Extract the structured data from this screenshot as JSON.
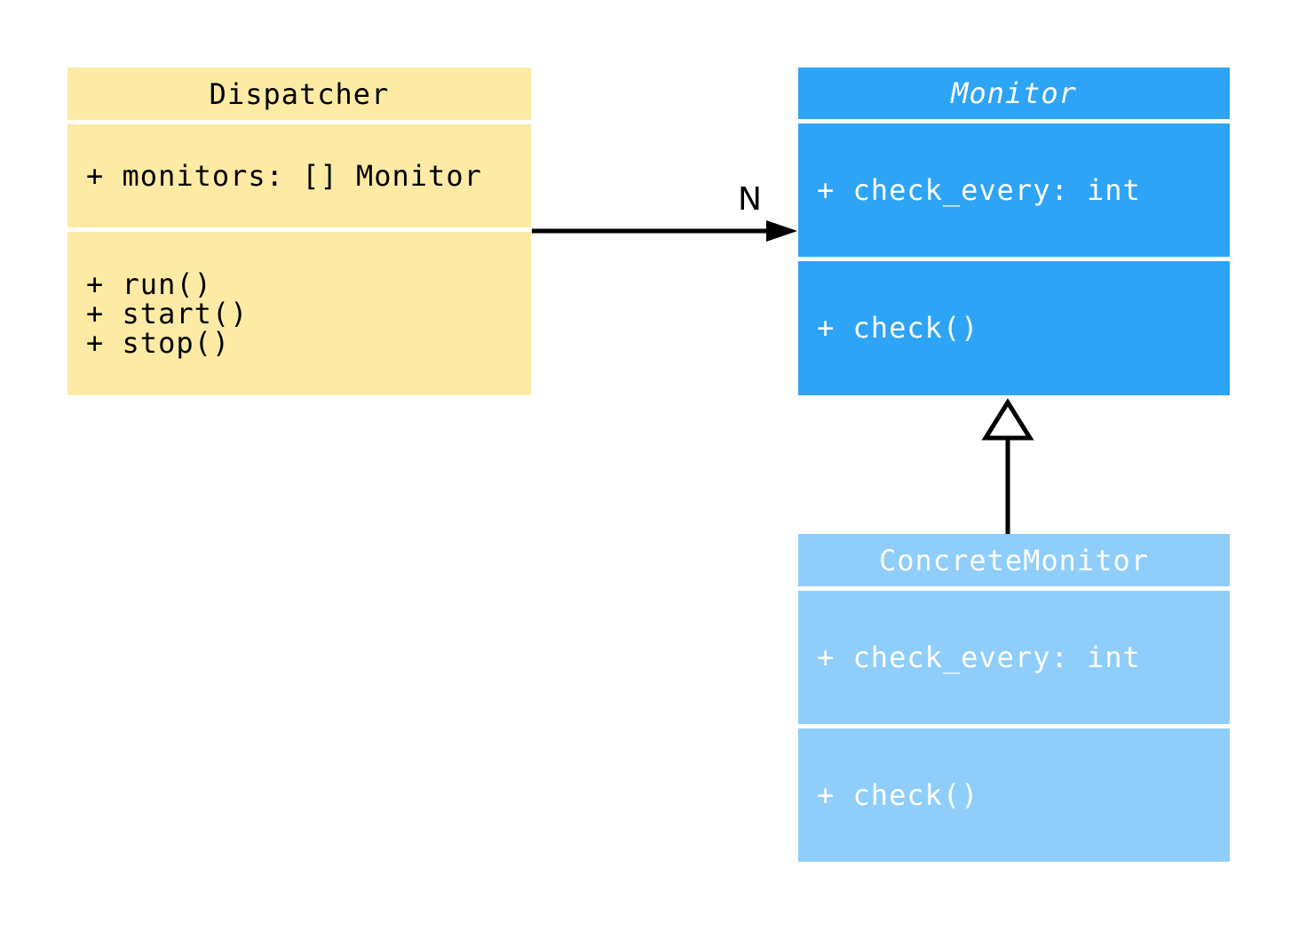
{
  "diagram": {
    "background_color": "#FFFFFF",
    "relation_line_color": "#000000",
    "classes": [
      {
        "name": "Dispatcher",
        "kind": "class",
        "attributes": [
          "+ monitors: [] Monitor"
        ],
        "methods": [
          "+ run()",
          "+ start()",
          "+ stop()"
        ],
        "fill_color": "#FDEBA5",
        "text_color": "#000000"
      },
      {
        "name": "Monitor",
        "kind": "abstract-class",
        "attributes": [
          "+ check_every: int"
        ],
        "methods": [
          "+ check()"
        ],
        "fill_color": "#2EA4F7",
        "text_color": "#FFFFFF"
      },
      {
        "name": "ConcreteMonitor",
        "kind": "class",
        "attributes": [
          "+ check_every: int"
        ],
        "methods": [
          "+ check()"
        ],
        "fill_color": "#8FCEFA",
        "text_color": "#FFFFFF"
      }
    ],
    "relations": [
      {
        "type": "association",
        "from": "Dispatcher",
        "to": "Monitor",
        "multiplicity": "N"
      },
      {
        "type": "inheritance",
        "from": "ConcreteMonitor",
        "to": "Monitor",
        "multiplicity": ""
      }
    ]
  }
}
